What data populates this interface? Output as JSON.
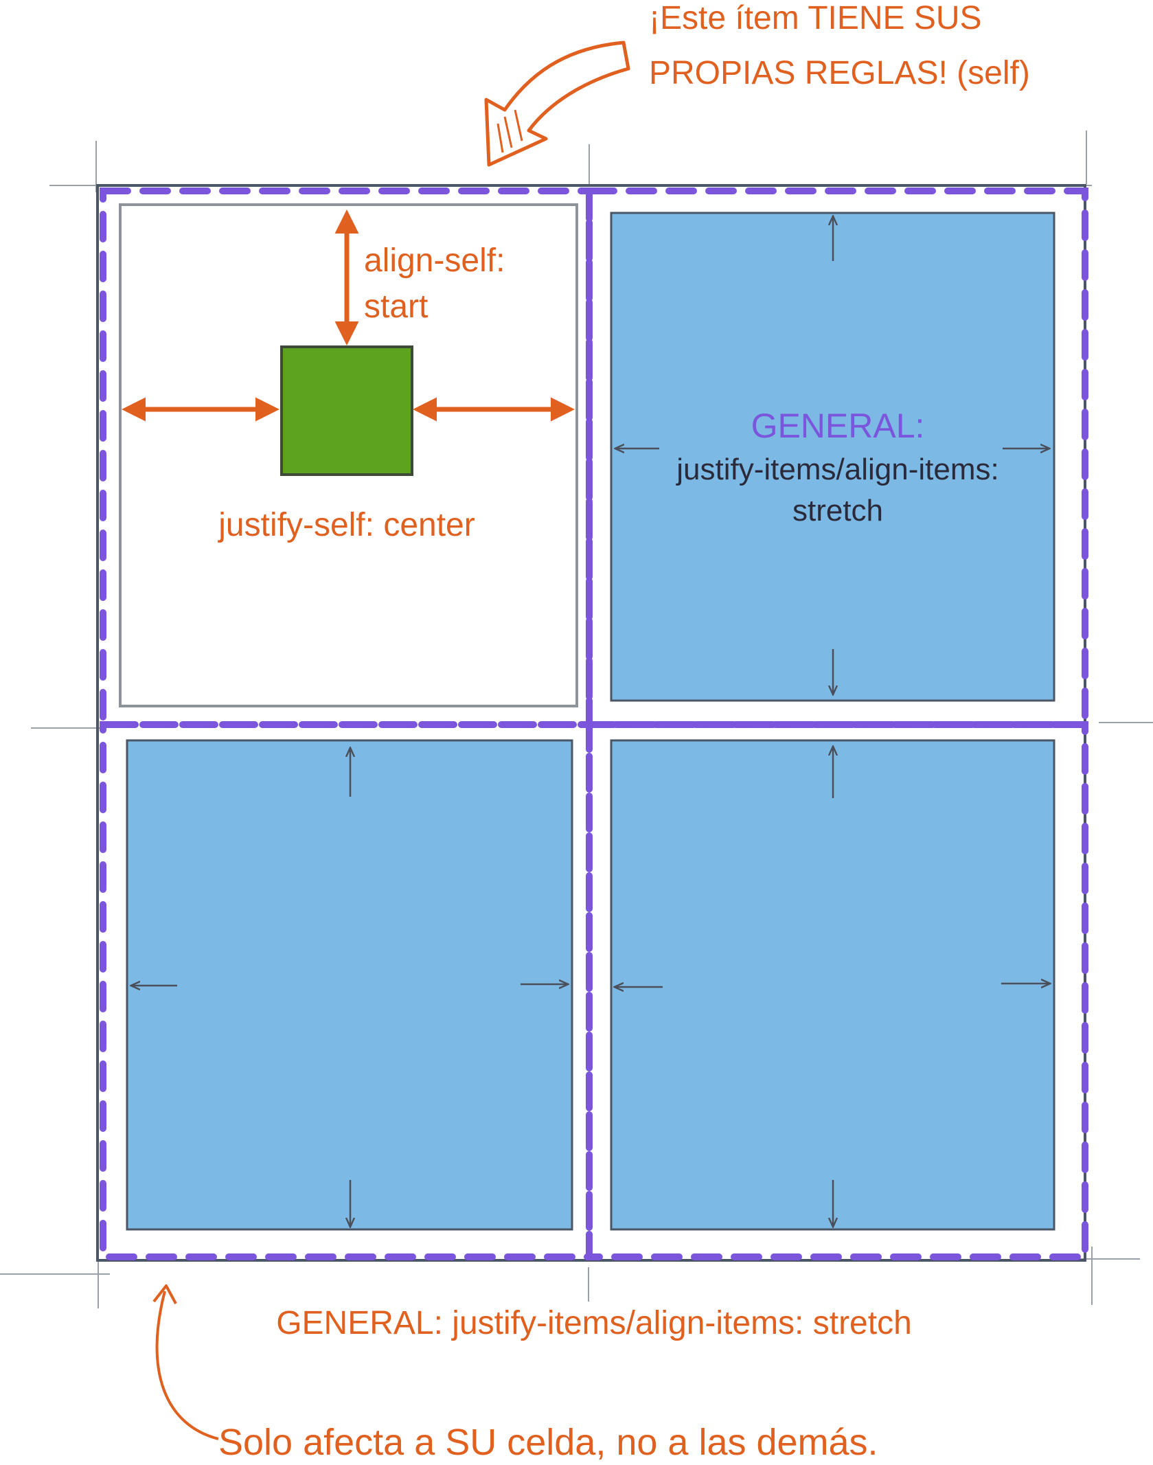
{
  "annotations": {
    "self_note_line1": "¡Este ítem TIENE SUS",
    "self_note_line2": "PROPIAS REGLAS! (self)",
    "align_self_line1": "align-self:",
    "align_self_line2": "start",
    "justify_self": "justify-self: center",
    "general_heading": "GENERAL:",
    "general_props": "justify-items/align-items:",
    "general_value": "stretch",
    "bottom_general": "GENERAL: justify-items/align-items: stretch",
    "bottom_note": "Solo afecta a SU celda, no a las demás."
  },
  "colors": {
    "accent_orange": "#e0601f",
    "dashed_purple": "#7b55db",
    "item_blue": "#7cb9e4",
    "self_item_green": "#5ea31f",
    "grid_border": "#4a5566",
    "arrow_gray": "#4a4f5a"
  }
}
